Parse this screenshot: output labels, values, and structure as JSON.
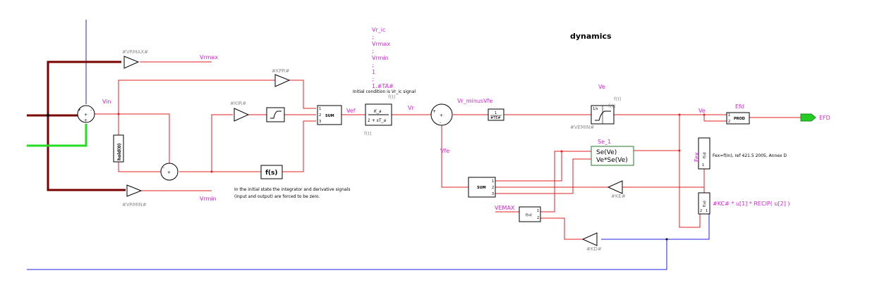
{
  "title": "dynamics",
  "signals": {
    "vin": "Vin",
    "vrmax_out": "Vrmax",
    "vrmin_out": "Vrmin",
    "vef": "Vef",
    "vr": "Vr",
    "vr_minus_vfe": "Vr_minusVfe",
    "vfe": "Vfe",
    "ve_top": "Ve",
    "ve_mid": "Ve",
    "se_1": "Se_1",
    "efd_label": "Efd",
    "fex": "Fex",
    "efd_out": "EFD",
    "vemax": "VEMAX",
    "ft1": "f(t)",
    "ft2": "f(t)",
    "ft3": "f(t)",
    "ft4": "f(t)"
  },
  "parameters": {
    "vrmax": "#VRMAX#",
    "vrmin": "#VRMIN#",
    "kpr": "#KPR#",
    "kir": "#KIR#",
    "vemin": "#VEMIN#",
    "ke": "#KE#",
    "kd": "#KD#",
    "kc_expr": "#KC# * u[1] * RECIP( u[2] )",
    "inv_te": "#TE#",
    "inv_te_num": "1"
  },
  "init_list": [
    "Vr_ic",
    ";",
    "Vrmax",
    ";",
    "Vrmin",
    ";",
    "1",
    ";",
    "1.#TA#"
  ],
  "blocks": {
    "hold": "hold(0)",
    "sum1": "SUM",
    "sum2": "SUM",
    "fs": "f(s)",
    "prod": "PROD",
    "fu1": "f(u)",
    "fu2": "f(u)",
    "fu3": "f(u)",
    "se_line1": "Se(Ve)",
    "se_line2": "Ve*Se(Ve)",
    "tf_num": "K_a",
    "tf_den": "1 + sT_a"
  },
  "notes": {
    "initial_condition": "Initial condition is Vr_ic signal",
    "integrator_note_1": "In the initial state the integrator and derivative signals",
    "integrator_note_2": "(input and output) are forced to be zero.",
    "fex_note": "Fex=f(In), ref 421.5 2005, Annex D"
  },
  "colors": {
    "signal_wire": "#e02020",
    "input_bus": "#7a0000",
    "input_green": "#22dd22",
    "feedback_blue": "#2020e0",
    "label": "#e020e0",
    "output_arrow": "#22cc22"
  }
}
